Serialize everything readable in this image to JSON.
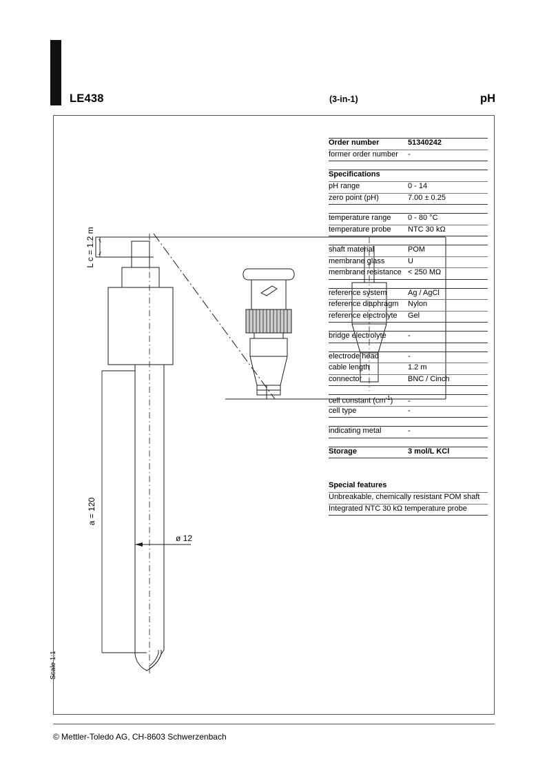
{
  "header": {
    "model": "LE438",
    "variant": "(3-in-1)",
    "type": "pH"
  },
  "footer": {
    "copyright": "© Mettler-Toledo AG, CH-8603 Schwerzenbach",
    "scale": "Scale 1:1"
  },
  "drawing": {
    "dim_cable": "L c = 1.2 m",
    "dim_length": "a = 120",
    "dim_diameter": "ø 12"
  },
  "spec_groups": [
    {
      "rows": [
        {
          "key": "Order number",
          "value": "51340242",
          "bold": true
        },
        {
          "key": "former order number",
          "value": "-",
          "bold": false
        }
      ]
    },
    {
      "section": "Specifications",
      "rows": [
        {
          "key": "pH range",
          "value": "0 - 14",
          "bold": false
        },
        {
          "key": "zero point (pH)",
          "value": "7.00 ± 0.25",
          "bold": false
        }
      ]
    },
    {
      "rows": [
        {
          "key": "temperature range",
          "value": "0 - 80 °C",
          "bold": false
        },
        {
          "key": "temperature probe",
          "value": "NTC 30 kΩ",
          "bold": false
        }
      ]
    },
    {
      "rows": [
        {
          "key": "shaft material",
          "value": "POM",
          "bold": false
        },
        {
          "key": "membrane glass",
          "value": "U",
          "bold": false
        },
        {
          "key": "membrane resistance",
          "value": "< 250 MΩ",
          "bold": false
        }
      ]
    },
    {
      "rows": [
        {
          "key": "reference system",
          "value": "Ag / AgCl",
          "bold": false
        },
        {
          "key": "reference diaphragm",
          "value": "Nylon",
          "bold": false
        },
        {
          "key": "reference electrolyte",
          "value": "Gel",
          "bold": false
        }
      ]
    },
    {
      "rows": [
        {
          "key": "bridge electrolyte",
          "value": "-",
          "bold": false
        }
      ]
    },
    {
      "rows": [
        {
          "key": "electrode head",
          "value": "-",
          "bold": false
        },
        {
          "key": "cable length",
          "value": "1.2 m",
          "bold": false
        },
        {
          "key": "connector",
          "value": "BNC / Cinch",
          "bold": false
        }
      ]
    },
    {
      "rows": [
        {
          "key": "cell constant (cm-1)",
          "value": "-",
          "bold": false
        },
        {
          "key": "cell type",
          "value": "-",
          "bold": false
        }
      ]
    },
    {
      "rows": [
        {
          "key": "indicating metal",
          "value": "-",
          "bold": false
        }
      ]
    },
    {
      "rows": [
        {
          "key": "Storage",
          "value": "3 mol/L KCl",
          "bold": true
        }
      ]
    }
  ],
  "features": {
    "title": "Special features",
    "items": [
      "Unbreakable, chemically resistant POM shaft",
      "Integrated NTC 30 kΩ temperature probe"
    ]
  }
}
